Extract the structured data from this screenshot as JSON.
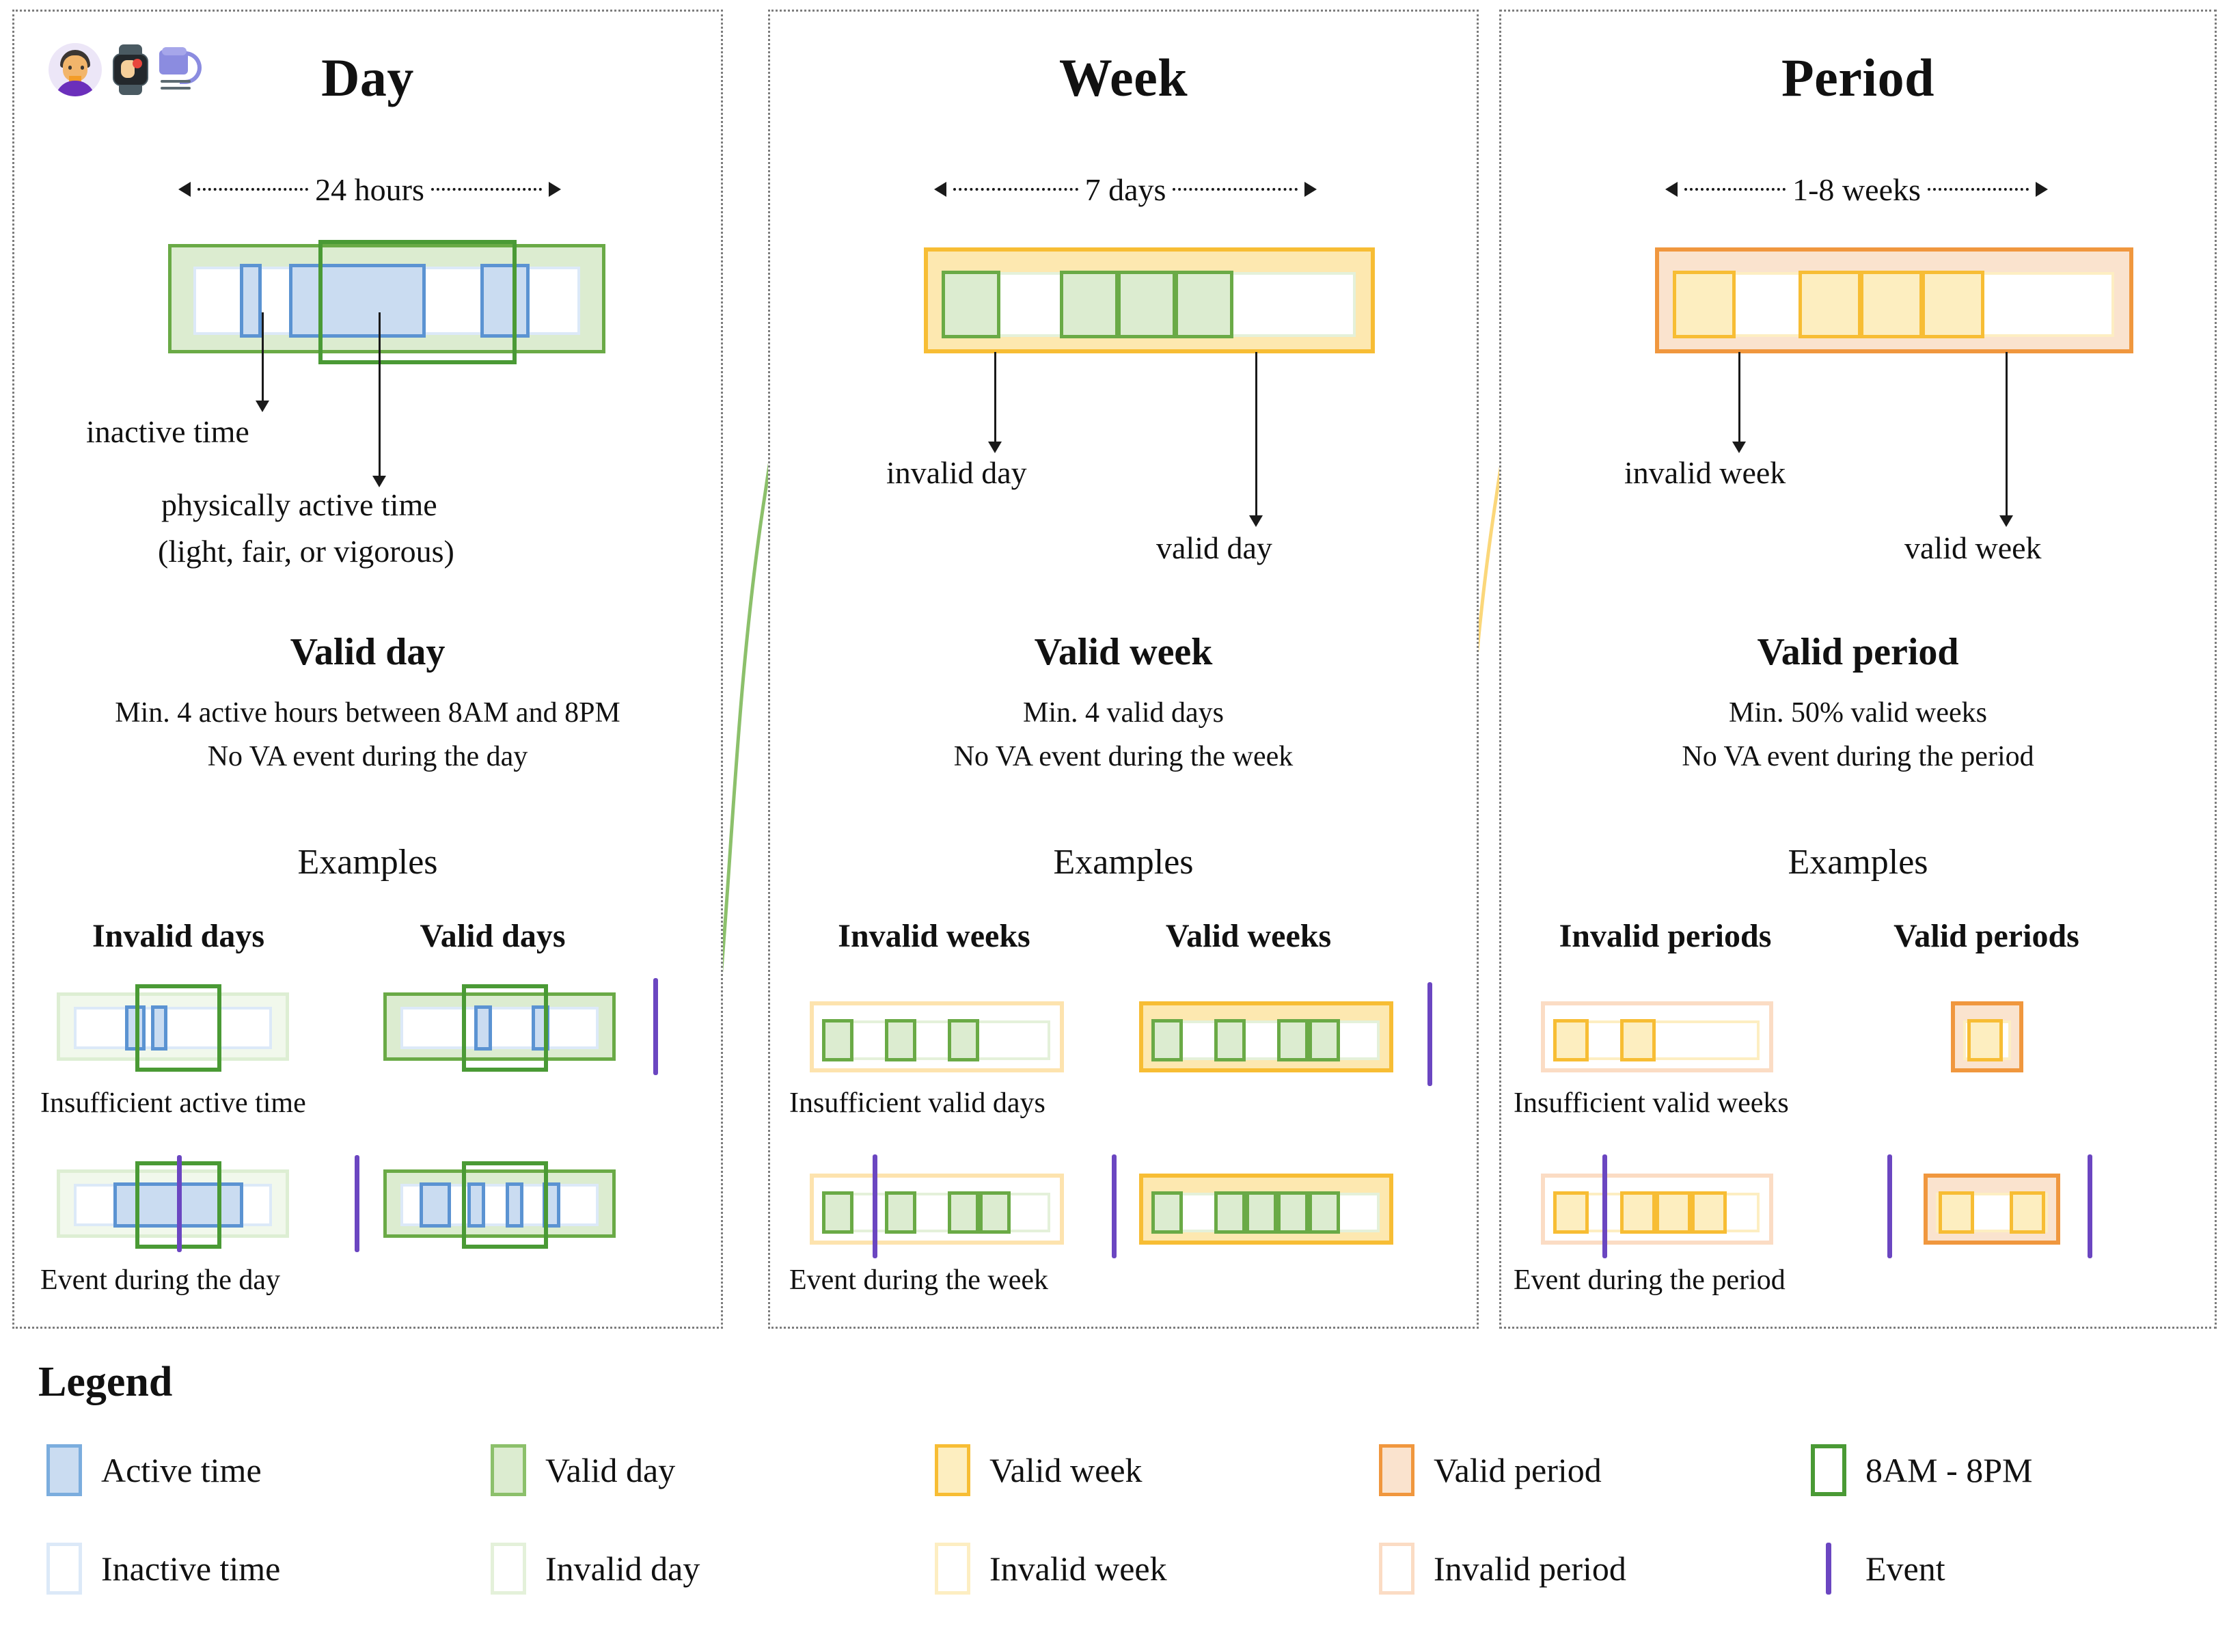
{
  "header_icons": [
    {
      "name": "avatar-icon",
      "label": "participant avatar"
    },
    {
      "name": "smartwatch-icon",
      "label": "smartwatch device"
    },
    {
      "name": "data-device-icon",
      "label": "data logger device"
    }
  ],
  "panels": [
    {
      "id": "day",
      "title": "Day",
      "dimension": "24 hours",
      "annotations": [
        {
          "label": "inactive time"
        },
        {
          "label": "physically active time\n(light, fair, or vigorous)"
        },
        {
          "label_line1": "physically active time",
          "label_line2": "(light, fair, or vigorous)"
        }
      ],
      "valid_heading": "Valid day",
      "criteria": [
        "Min. 4 active hours between 8AM and 8PM",
        "No VA event during the day"
      ],
      "examples_heading": "Examples",
      "invalid_col_header": "Invalid days",
      "valid_col_header": "Valid days",
      "captions": [
        "Insufficient active time",
        "Event during the day"
      ]
    },
    {
      "id": "week",
      "title": "Week",
      "dimension": "7 days",
      "annotations": [
        {
          "label": "invalid day"
        },
        {
          "label": "valid day"
        }
      ],
      "valid_heading": "Valid week",
      "criteria": [
        "Min. 4 valid days",
        "No VA event during the week"
      ],
      "examples_heading": "Examples",
      "invalid_col_header": "Invalid weeks",
      "valid_col_header": "Valid weeks",
      "captions": [
        "Insufficient valid days",
        "Event during the week"
      ]
    },
    {
      "id": "period",
      "title": "Period",
      "dimension": "1-8 weeks",
      "annotations": [
        {
          "label": "invalid week"
        },
        {
          "label": "valid week"
        }
      ],
      "valid_heading": "Valid period",
      "criteria": [
        "Min. 50% valid weeks",
        "No VA event during the period"
      ],
      "examples_heading": "Examples",
      "invalid_col_header": "Invalid periods",
      "valid_col_header": "Valid periods",
      "captions": [
        "Insufficient valid weeks",
        "Event during the period"
      ]
    }
  ],
  "legend": {
    "title": "Legend",
    "items": [
      {
        "swatch": "active-time-swatch",
        "label": "Active time"
      },
      {
        "swatch": "inactive-time-swatch",
        "label": "Inactive time"
      },
      {
        "swatch": "valid-day-swatch",
        "label": "Valid day"
      },
      {
        "swatch": "invalid-day-swatch",
        "label": "Invalid day"
      },
      {
        "swatch": "valid-week-swatch",
        "label": "Valid week"
      },
      {
        "swatch": "invalid-week-swatch",
        "label": "Invalid week"
      },
      {
        "swatch": "valid-period-swatch",
        "label": "Valid period"
      },
      {
        "swatch": "invalid-period-swatch",
        "label": "Invalid period"
      },
      {
        "swatch": "window-8am-8pm-swatch",
        "label": "8AM - 8PM"
      },
      {
        "swatch": "event-swatch",
        "label": "Event"
      }
    ]
  },
  "colors": {
    "active_time_fill": "#cadcf1",
    "active_time_border": "#5b93d2",
    "valid_day_fill": "#dcecd0",
    "valid_day_border": "#6aaa46",
    "invalid_day_border": "#e4f1da",
    "valid_week_fill": "#fdeec0",
    "valid_week_border": "#f7bd34",
    "invalid_week_border": "#fdeec2",
    "valid_period_fill": "#fae3ce",
    "valid_period_border": "#f0973e",
    "invalid_period_border": "#fbdcc4",
    "window_8am_8pm": "#4a9a35",
    "event": "#6b46c1",
    "panel_border": "#7d7d7d"
  },
  "chart_data": {
    "type": "diagram",
    "title": "Day / Week / Period validity criteria",
    "day_timeline": {
      "span": "24 hours",
      "active_blocks": [
        {
          "start_pct": 16,
          "width_pct": 5
        },
        {
          "start_pct": 27,
          "width_pct": 25
        },
        {
          "start_pct": 62,
          "width_pct": 9
        }
      ],
      "window_8am_8pm": {
        "start_pct": 37,
        "width_pct": 38
      }
    },
    "week_timeline": {
      "span": "7 days",
      "cells": 7,
      "valid_days": [
        1,
        4,
        5,
        6
      ]
    },
    "period_timeline": {
      "span": "1-8 weeks",
      "cells": 7,
      "valid_weeks": [
        1,
        4,
        5,
        6
      ]
    },
    "day_examples": {
      "invalid": [
        {
          "valid": false,
          "active_blocks": [
            {
              "s": 26,
              "w": 9
            },
            {
              "s": 37,
              "w": 7
            }
          ],
          "window": {
            "s": 33,
            "w": 36
          },
          "events": []
        },
        {
          "valid": false,
          "active_blocks": [
            {
              "s": 24,
              "w": 45
            }
          ],
          "window": {
            "s": 33,
            "w": 36
          },
          "events": [
            14
          ]
        }
      ],
      "valid": [
        {
          "valid": true,
          "active_blocks": [
            {
              "s": 38,
              "w": 7
            },
            {
              "s": 62,
              "w": 7
            }
          ],
          "window": {
            "s": 33,
            "w": 36
          },
          "events": []
        },
        {
          "valid": true,
          "active_blocks": [
            {
              "s": 20,
              "w": 13
            },
            {
              "s": 40,
              "w": 7
            },
            {
              "s": 57,
              "w": 7
            },
            {
              "s": 73,
              "w": 8
            }
          ],
          "window": {
            "s": 33,
            "w": 36
          },
          "events": [
            -8
          ]
        }
      ]
    },
    "week_examples": {
      "invalid": [
        {
          "valid": false,
          "cells": 7,
          "valid_days": [
            1,
            3,
            5
          ],
          "events": []
        },
        {
          "valid": false,
          "cells": 7,
          "valid_days": [
            1,
            3,
            5,
            6
          ],
          "events": [
            20
          ]
        }
      ],
      "valid": [
        {
          "valid": true,
          "cells": 7,
          "valid_days": [
            1,
            3,
            5,
            6
          ],
          "events": []
        },
        {
          "valid": true,
          "cells": 7,
          "valid_days": [
            1,
            3,
            4,
            5,
            6
          ],
          "events": [
            -8
          ]
        }
      ]
    },
    "period_examples": {
      "invalid": [
        {
          "valid": false,
          "cells": 5,
          "valid_weeks": [
            1,
            2
          ],
          "events": []
        },
        {
          "valid": false,
          "cells": 5,
          "valid_weeks": [
            1,
            2,
            3,
            4
          ],
          "events": [
            20
          ]
        }
      ],
      "valid": [
        {
          "valid": true,
          "cells": 1,
          "valid_weeks": [
            1
          ],
          "events": []
        },
        {
          "valid": true,
          "cells": 3,
          "valid_weeks": [
            1,
            3
          ],
          "events": [
            -10,
            110
          ]
        }
      ]
    }
  }
}
